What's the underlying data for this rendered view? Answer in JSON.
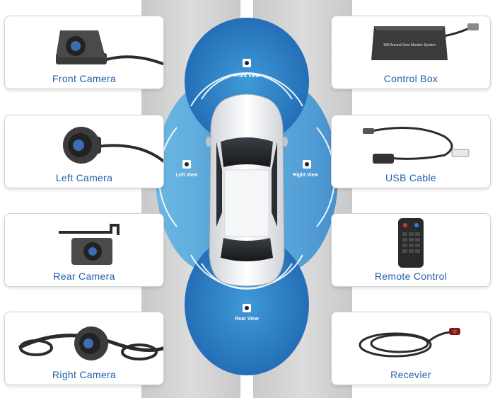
{
  "views": {
    "front": "Front View",
    "left": "Left View",
    "right": "Right View",
    "rear": "Rear View"
  },
  "components": {
    "front_camera": "Front Camera",
    "left_camera": "Left Camera",
    "rear_camera": "Rear Camera",
    "right_camera": "Right Camera",
    "control_box": "Control Box",
    "usb_cable": "USB Cable",
    "remote_control": "Remote Control",
    "receiver": "Recevier"
  },
  "control_box_text": "360 Around View Monitor System",
  "colors": {
    "zone_dark": "#1e66b0",
    "zone_light": "#3f9ad8",
    "label": "#1f5fa8",
    "card_border": "#d2d2d2"
  }
}
